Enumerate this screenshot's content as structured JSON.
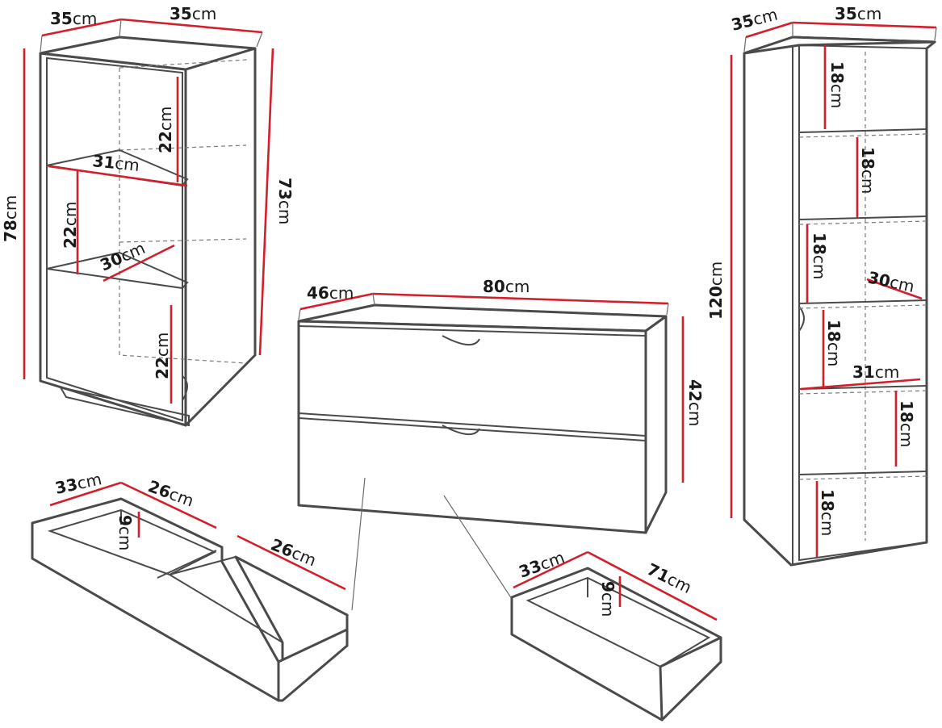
{
  "unit": "cm",
  "colors": {
    "dimension_line": "#d21f2b",
    "outline": "#4a4a4a",
    "background": "#ffffff"
  },
  "cabinet_small": {
    "depth": "35",
    "width": "35",
    "height_outer": "78",
    "height_inner": "73",
    "shelf_width": "31",
    "shelf_depth": "30",
    "compartment_top": "22",
    "compartment_mid": "22",
    "compartment_bottom": "22"
  },
  "chest": {
    "depth": "46",
    "width": "80",
    "height": "42"
  },
  "drawer_left": {
    "depth": "33",
    "width_a": "26",
    "width_b": "26",
    "height": "9"
  },
  "drawer_right": {
    "depth": "33",
    "width": "71",
    "height": "9"
  },
  "cabinet_tall": {
    "depth": "35",
    "width": "35",
    "height": "120",
    "shelf_width": "31",
    "shelf_depth": "30",
    "compartments": [
      "18",
      "18",
      "18",
      "18",
      "18",
      "18"
    ]
  }
}
